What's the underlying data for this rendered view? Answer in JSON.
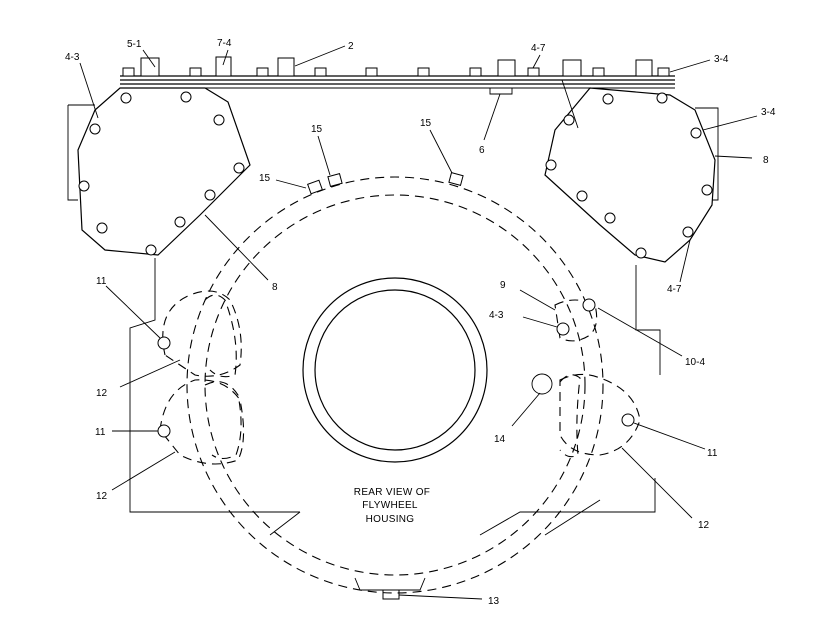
{
  "caption": [
    "REAR VIEW OF",
    "FLYWHEEL",
    "HOUSING"
  ],
  "callouts": [
    {
      "id": "c-5-1",
      "text": "5-1"
    },
    {
      "id": "c-7-4",
      "text": "7-4"
    },
    {
      "id": "c-2",
      "text": "2"
    },
    {
      "id": "c-4-7-top",
      "text": "4-7"
    },
    {
      "id": "c-3-4-top",
      "text": "3-4"
    },
    {
      "id": "c-4-3-left",
      "text": "4-3"
    },
    {
      "id": "c-3-4-right",
      "text": "3-4"
    },
    {
      "id": "c-6",
      "text": "6"
    },
    {
      "id": "c-8-right",
      "text": "8"
    },
    {
      "id": "c-15-a",
      "text": "15"
    },
    {
      "id": "c-15-b",
      "text": "15"
    },
    {
      "id": "c-15-c",
      "text": "15"
    },
    {
      "id": "c-8-center",
      "text": "8"
    },
    {
      "id": "c-4-7-bottom",
      "text": "4-7"
    },
    {
      "id": "c-11-upper-left",
      "text": "11"
    },
    {
      "id": "c-9",
      "text": "9"
    },
    {
      "id": "c-4-3-center",
      "text": "4-3"
    },
    {
      "id": "c-10-4",
      "text": "10-4"
    },
    {
      "id": "c-12-upper-left",
      "text": "12"
    },
    {
      "id": "c-14",
      "text": "14"
    },
    {
      "id": "c-11-lower-left",
      "text": "11"
    },
    {
      "id": "c-11-right",
      "text": "11"
    },
    {
      "id": "c-12-lower-left",
      "text": "12"
    },
    {
      "id": "c-12-right",
      "text": "12"
    },
    {
      "id": "c-13",
      "text": "13"
    }
  ]
}
